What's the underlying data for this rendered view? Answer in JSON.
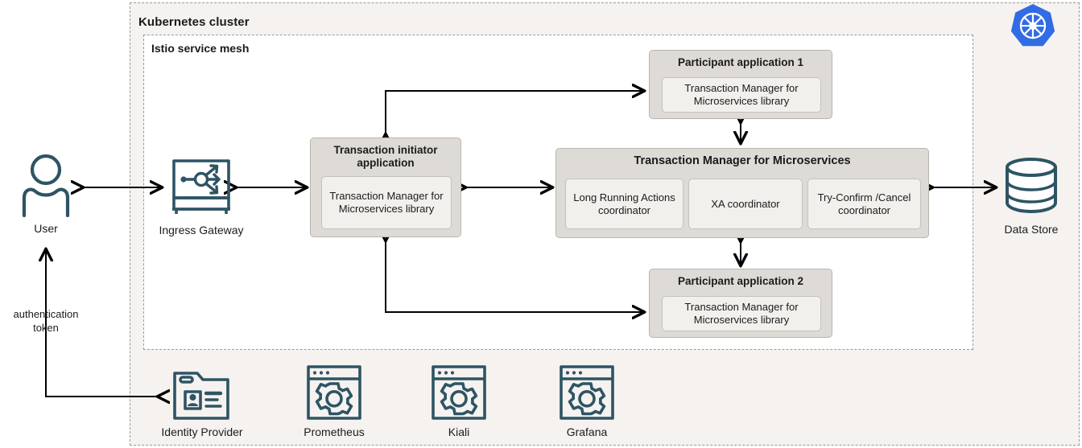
{
  "cluster": {
    "title": "Kubernetes cluster",
    "logo_icon": "kubernetes-logo-icon",
    "logo_color": "#326ce5"
  },
  "mesh": {
    "title": "Istio service mesh"
  },
  "palette": {
    "box_fill": "#dedbd6",
    "inner_fill": "#f2f0ec",
    "icon": "#2e5464",
    "cluster_fill": "#f5f2f0",
    "arrow": "#000000"
  },
  "boxes": {
    "initiator": {
      "title": "Transaction initiator application",
      "inner": "Transaction Manager for Microservices library"
    },
    "participant1": {
      "title": "Participant application 1",
      "inner": "Transaction Manager for Microservices library"
    },
    "participant2": {
      "title": "Participant application 2",
      "inner": "Transaction Manager for Microservices library"
    },
    "transaction_manager": {
      "title": "Transaction Manager for Microservices",
      "coordinators": [
        {
          "label": "Long Running Actions coordinator"
        },
        {
          "label": "XA coordinator"
        },
        {
          "label": "Try-Confirm /Cancel coordinator"
        }
      ]
    }
  },
  "nodes": [
    {
      "label": "User",
      "icon": "user-icon"
    },
    {
      "label": "Ingress Gateway",
      "icon": "ingress-gateway-icon"
    },
    {
      "label": "Data Store",
      "icon": "database-icon"
    },
    {
      "label": "Identity Provider",
      "icon": "identity-provider-icon"
    },
    {
      "label": "Prometheus",
      "icon": "prometheus-icon"
    },
    {
      "label": "Kiali",
      "icon": "kiali-icon"
    },
    {
      "label": "Grafana",
      "icon": "grafana-icon"
    }
  ],
  "annotations": {
    "auth_token": "authentication token"
  }
}
